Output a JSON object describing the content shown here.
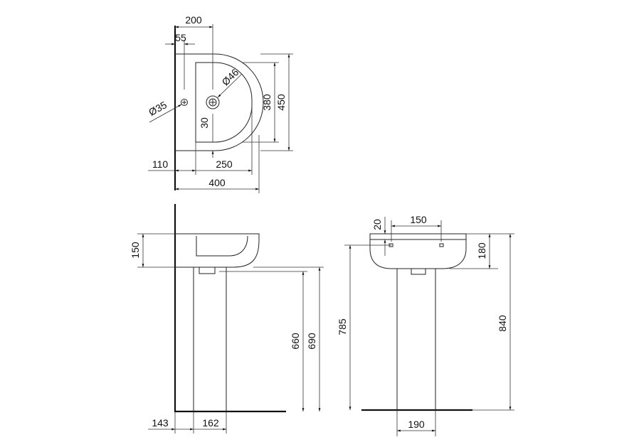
{
  "top_view": {
    "dim_200": "200",
    "dim_55": "55",
    "dim_d46": "Ø46",
    "dim_d35": "Ø35",
    "dim_380": "380",
    "dim_450": "450",
    "dim_30": "30",
    "dim_110": "110",
    "dim_250": "250",
    "dim_400": "400"
  },
  "side_view": {
    "dim_150": "150",
    "dim_660": "660",
    "dim_690": "690",
    "dim_143": "143",
    "dim_162": "162"
  },
  "front_view": {
    "dim_20": "20",
    "dim_150": "150",
    "dim_180": "180",
    "dim_785": "785",
    "dim_840": "840",
    "dim_190": "190"
  }
}
